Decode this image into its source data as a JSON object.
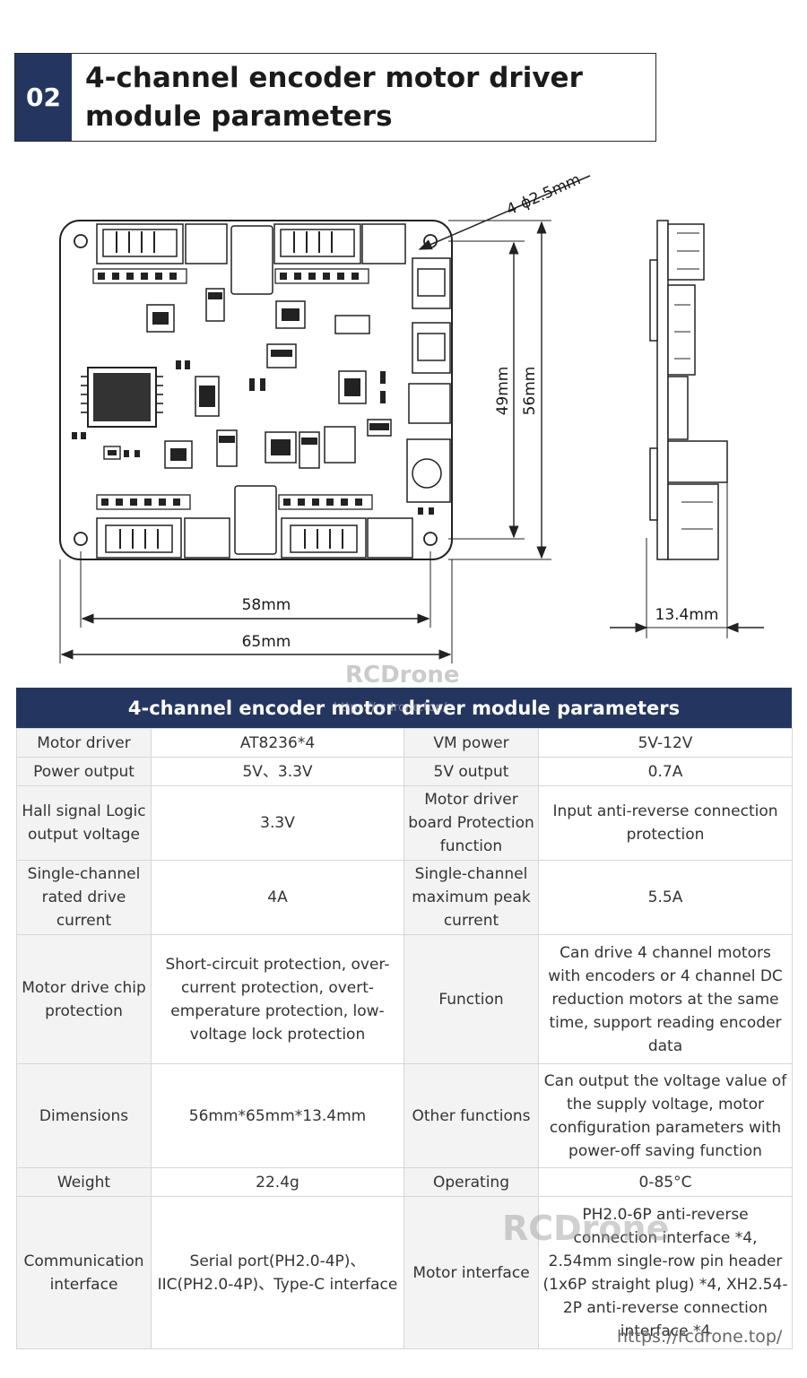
{
  "header": {
    "number": "02",
    "title": "4-channel encoder motor driver module parameters"
  },
  "drawing": {
    "hole_label": "4-ϕ2.5mm",
    "dim_49": "49mm",
    "dim_56": "56mm",
    "dim_58": "58mm",
    "dim_65": "65mm",
    "dim_thickness": "13.4mm"
  },
  "watermarks": {
    "brand": "RCDrone",
    "url_small": "https://rcdrone.top/",
    "brand_lower": "RCDrone",
    "url": "https://rcdrone.top/"
  },
  "table": {
    "title": "4-channel encoder motor driver module parameters",
    "rows": [
      [
        "Motor driver",
        "AT8236*4",
        "VM power",
        "5V-12V"
      ],
      [
        "Power output",
        "5V、3.3V",
        "5V output",
        "0.7A"
      ],
      [
        "Hall signal Logic output voltage",
        "3.3V",
        "Motor driver board Protection function",
        "Input anti-reverse connection protection"
      ],
      [
        "Single-channel rated drive current",
        "4A",
        "Single-channel maximum peak current",
        "5.5A"
      ],
      [
        "Motor drive chip protection",
        "Short-circuit protection, over-current protection, overt-emperature protection, low-voltage lock protection",
        "Function",
        "Can drive 4 channel motors with encoders or 4 channel DC reduction motors at the same time, support reading encoder data"
      ],
      [
        "Dimensions",
        "56mm*65mm*13.4mm",
        "Other functions",
        "Can output the voltage value of the supply voltage, motor configuration parameters with power-off saving function"
      ],
      [
        "Weight",
        "22.4g",
        "Operating",
        "0-85°C"
      ],
      [
        "Communication interface",
        "Serial port(PH2.0-4P)、IIC(PH2.0-4P)、Type-C interface",
        "Motor interface",
        "PH2.0-6P anti-reverse connection interface *4, 2.54mm single-row pin header (1x6P straight plug) *4, XH2.54-2P anti-reverse connection interface *4"
      ]
    ]
  }
}
